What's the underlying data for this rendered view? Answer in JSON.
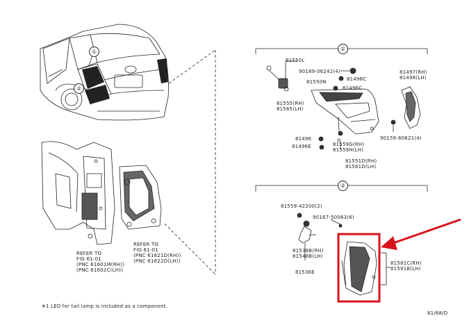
{
  "sections": {
    "one": "①",
    "two": "②"
  },
  "vehicle_callouts": {
    "one": "①",
    "two": "②"
  },
  "section1_parts": {
    "p81550L": "81550L",
    "p90189": "90189-06242(4)",
    "p81550N": "81550N",
    "p81496C_a": "81496C",
    "p81496C_b": "81496C",
    "p81555": "81555(RH)\n81565(LH)",
    "p81497": "81497(RH)\n81498(LH)",
    "p81496": "81496",
    "p81496E": "81496E",
    "p81559G": "81559G(RH)\n81559H(LH)",
    "p90159": "90159-60621(4)",
    "p81551D": "81551D(RH)\n81561D(LH)"
  },
  "section2_parts": {
    "p81559_42200": "81559-42200(2)",
    "p90167": "90167-50063(6)",
    "p81538B": "81538B(RH)\n81548B(LH)",
    "p81536E": "81536E",
    "p81581C": "81581C(RH)\n81591B(LH)"
  },
  "references": {
    "left": "REFER TO\nFIG 61-01\n(PNC 61601M(RH))\n(PNC 61602C(LH))",
    "right": "REFER TO\nFIG 61-01\n(PNC 61621D(RH))\n(PNC 61622D(LH))"
  },
  "footnote": "※1 LED for tail lamp is included as a component.",
  "figure_id": "81/68/D",
  "colors": {
    "highlight": "#d8121b",
    "line": "#222222"
  }
}
